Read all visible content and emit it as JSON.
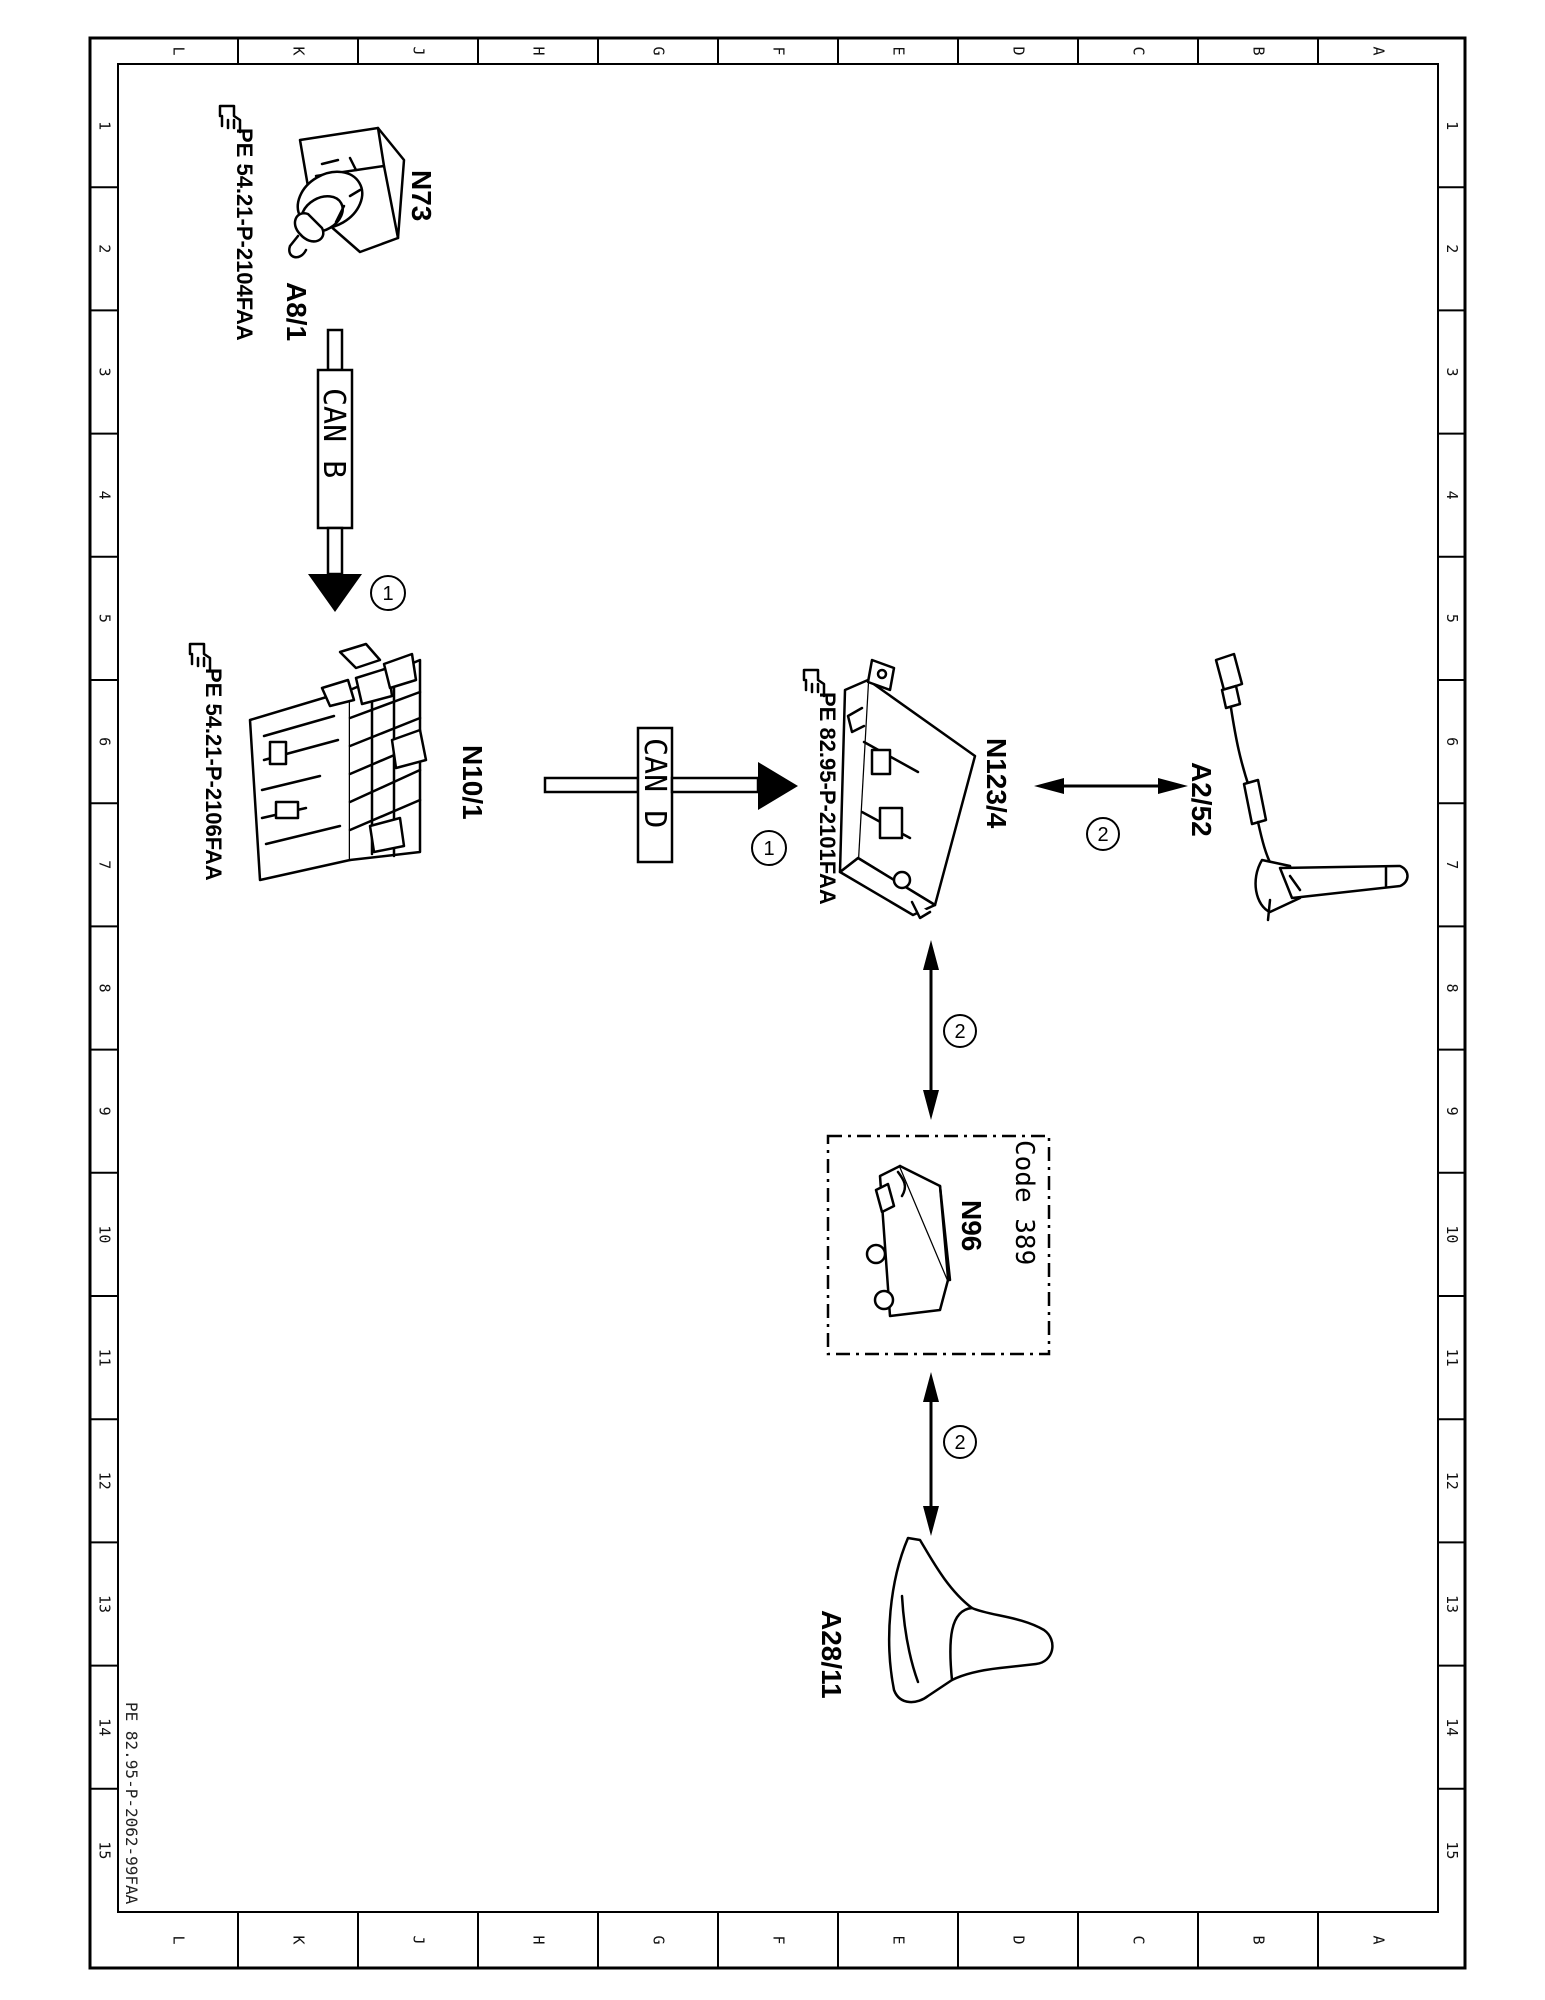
{
  "border": {
    "columns": [
      "L",
      "K",
      "J",
      "H",
      "G",
      "F",
      "E",
      "D",
      "C",
      "B",
      "A"
    ],
    "rows": [
      "1",
      "2",
      "3",
      "4",
      "5",
      "6",
      "7",
      "8",
      "9",
      "10",
      "11",
      "12",
      "13",
      "14",
      "15"
    ]
  },
  "components": {
    "n73": {
      "label": "N73",
      "sublabel": "A8/1",
      "ref": "PE 54.21-P-2104FAA",
      "ref_icon": "pointing-hand-icon"
    },
    "n10_1": {
      "label": "N10/1",
      "ref": "PE 54.21-P-2106FAA",
      "ref_icon": "pointing-hand-icon"
    },
    "n123_4": {
      "label": "N123/4",
      "ref": "PE 82.95-P-2101FAA",
      "ref_icon": "pointing-hand-icon"
    },
    "a2_52": {
      "label": "A2/52"
    },
    "n96": {
      "label": "N96",
      "code": "Code 389"
    },
    "a28_11": {
      "label": "A28/11"
    }
  },
  "connections": {
    "can_b": {
      "label": "CAN B",
      "marker": "1"
    },
    "can_d": {
      "label": "CAN D",
      "marker": "1"
    },
    "link_a2": {
      "marker": "2"
    },
    "link_n96": {
      "marker": "2"
    },
    "link_a28": {
      "marker": "2"
    }
  },
  "footer": {
    "doc_id": "PE 82.95-P-2062-99FAA"
  }
}
